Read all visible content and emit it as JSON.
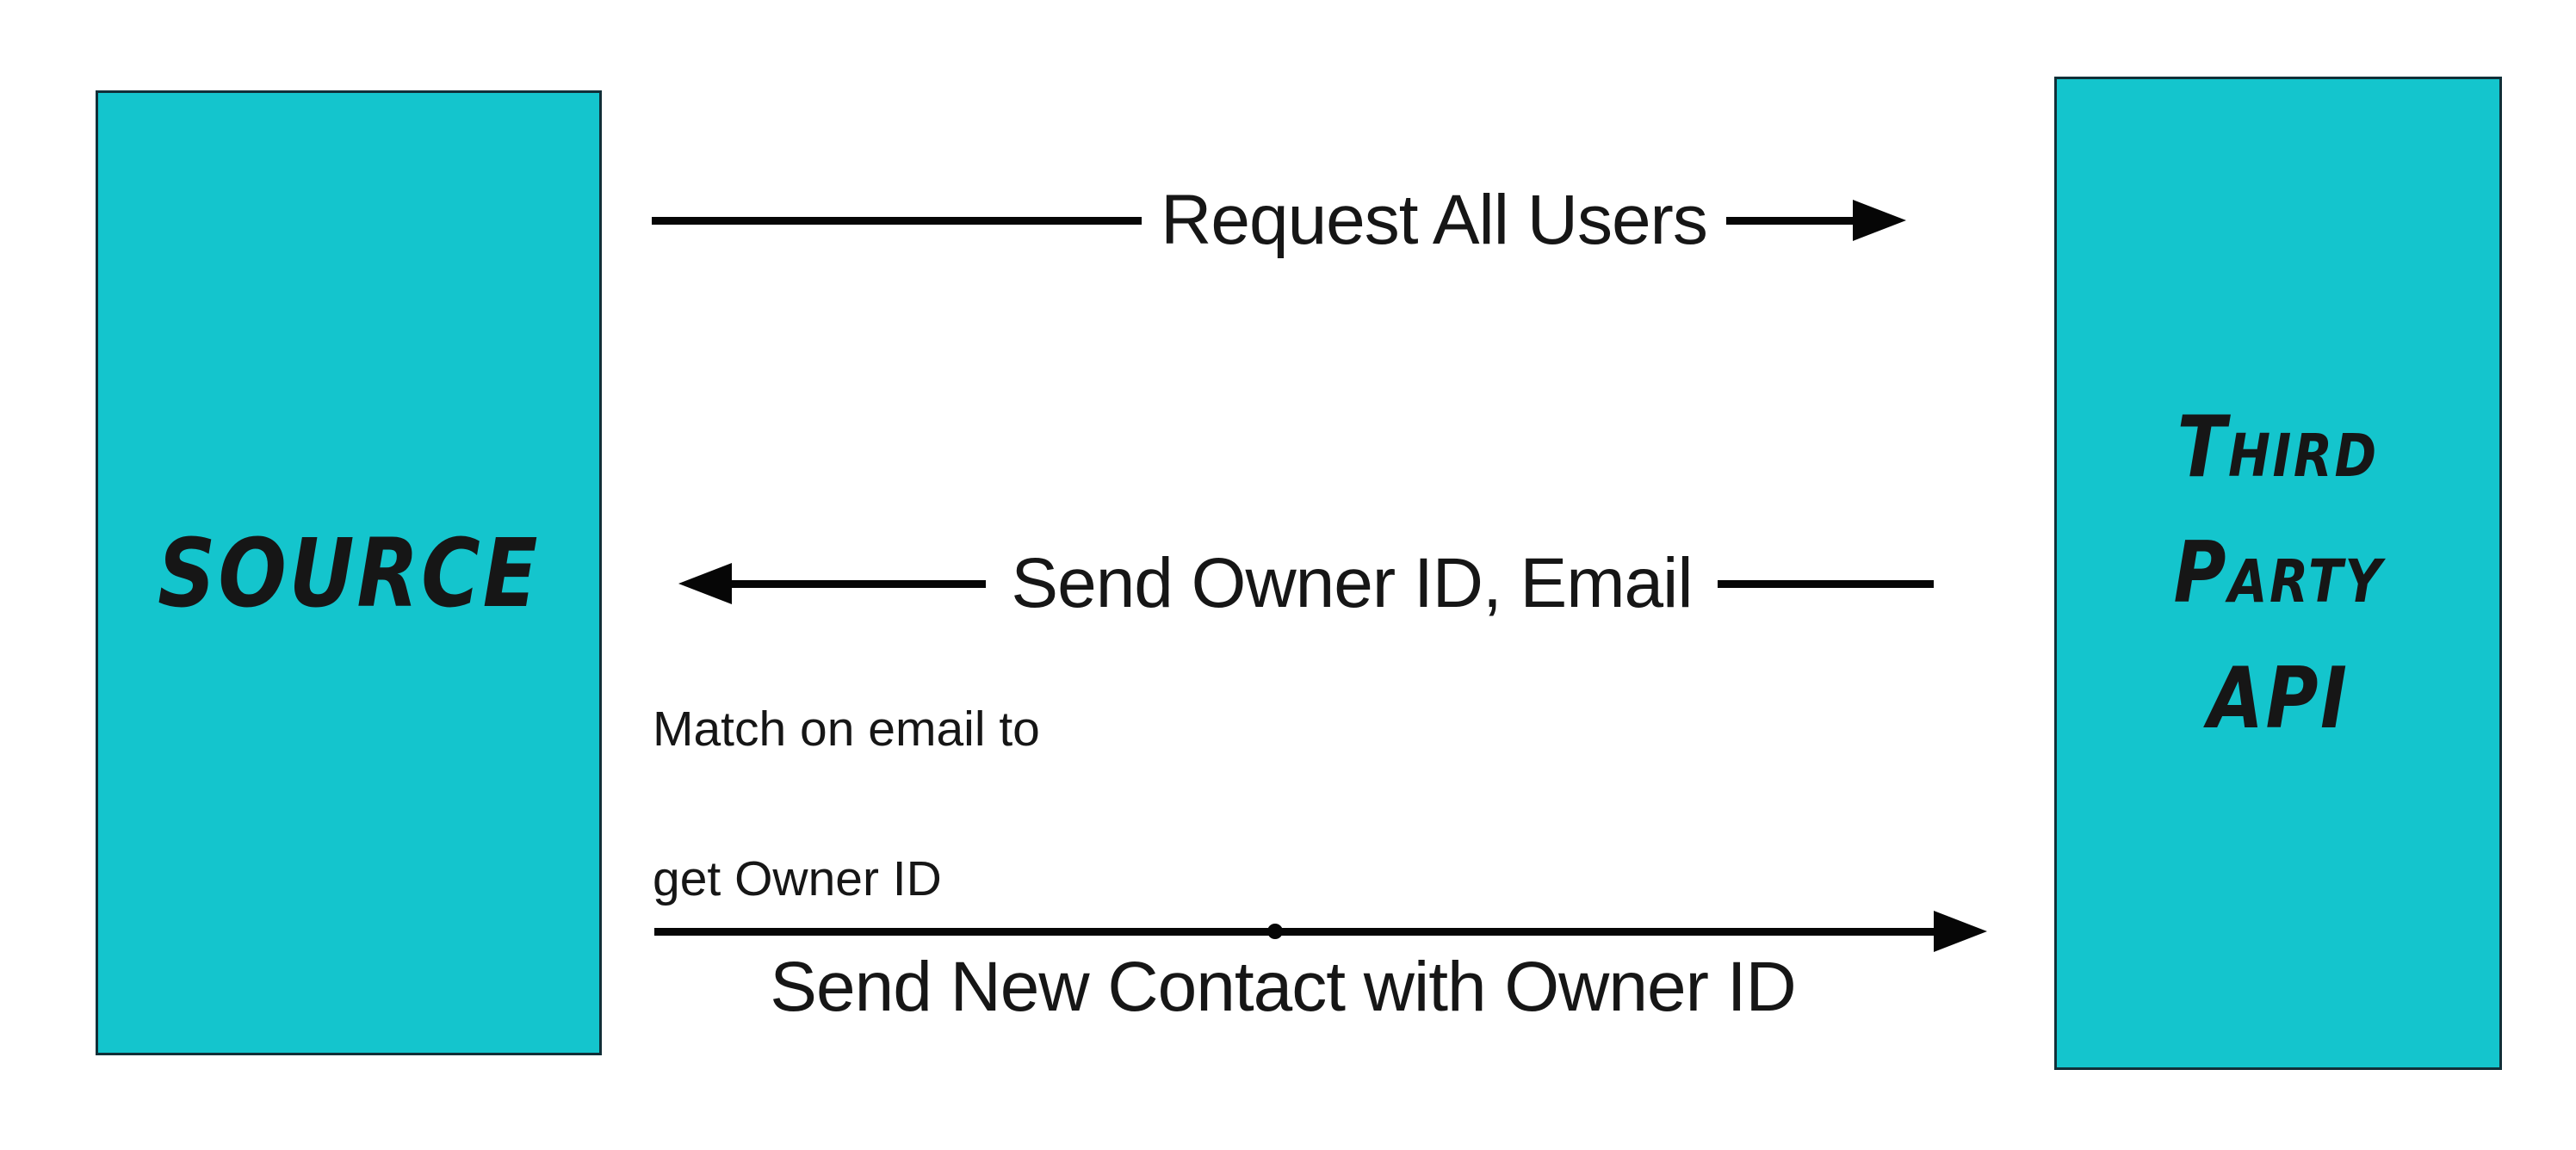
{
  "boxes": {
    "source": {
      "label": "SOURCE"
    },
    "api": {
      "lines": [
        "Third",
        "Party",
        "API"
      ]
    }
  },
  "arrows": {
    "request": {
      "label": "Request All Users",
      "direction": "right"
    },
    "send_owner": {
      "label": "Send Owner ID, Email",
      "direction": "left"
    },
    "send_contact": {
      "label": "Send New Contact with Owner ID",
      "direction": "right"
    }
  },
  "note": {
    "line1": "Match on email to",
    "line2": "get Owner ID"
  },
  "colors": {
    "box_fill": "#14c5cd",
    "box_border": "#112f38",
    "ink": "#161616",
    "arrow": "#060606"
  }
}
